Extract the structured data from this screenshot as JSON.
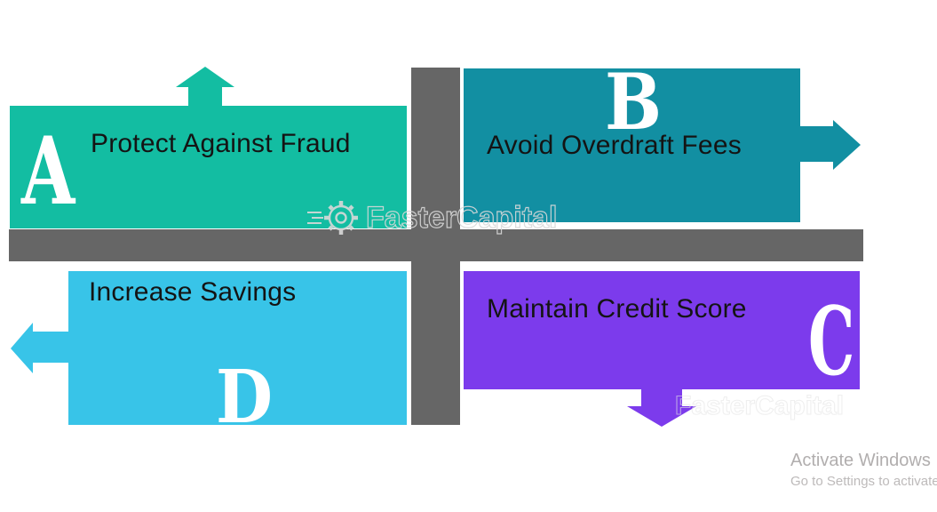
{
  "diagram": {
    "axis_color": "#666666",
    "quadrants": [
      {
        "letter": "A",
        "label": "Protect Against Fraud",
        "color": "#13bda2",
        "arrow": "up"
      },
      {
        "letter": "B",
        "label": "Avoid Overdraft Fees",
        "color": "#128fa2",
        "arrow": "right"
      },
      {
        "letter": "C",
        "label": "Maintain Credit Score",
        "color": "#7c3bec",
        "arrow": "down"
      },
      {
        "letter": "D",
        "label": "Increase Savings",
        "color": "#38c4e8",
        "arrow": "left"
      }
    ],
    "watermark_center": {
      "text": "FasterCapital"
    },
    "watermark_bottom": {
      "text": "FasterCapital"
    }
  },
  "os_overlay": {
    "line1": "Activate Windows",
    "line2": "Go to Settings to activate"
  }
}
